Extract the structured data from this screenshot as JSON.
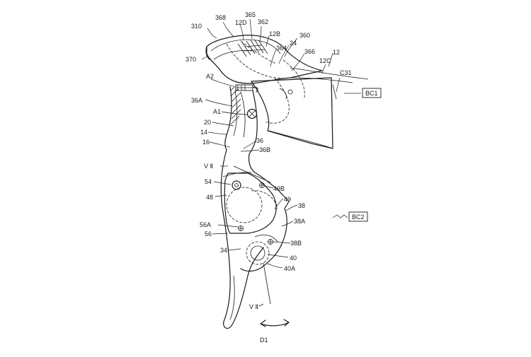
{
  "labels": {
    "l310": "310",
    "l368": "368",
    "l12D": "12D",
    "l365": "365",
    "l362": "362",
    "l12B": "12B",
    "l360": "360",
    "l24": "24",
    "l364": "364",
    "l366": "366",
    "l12C": "12C",
    "l12": "12",
    "l370": "370",
    "lA2": "A2",
    "lC31": "C31",
    "lBC1": "BC1",
    "l36A": "36A",
    "lA1": "A1",
    "l20": "20",
    "l14": "14",
    "l36": "36",
    "l16": "16",
    "l36B": "36B",
    "lV2top": "V Ⅱ",
    "l54": "54",
    "l49B": "49B",
    "l48": "48",
    "l49": "49",
    "l38": "38",
    "lBC2": "BC2",
    "l38A": "38A",
    "l56A": "56A",
    "l56": "56",
    "l38B": "38B",
    "l34": "34",
    "l40": "40",
    "l40A": "40A",
    "lV2bot": "V Ⅱ",
    "lD1": "D1"
  }
}
